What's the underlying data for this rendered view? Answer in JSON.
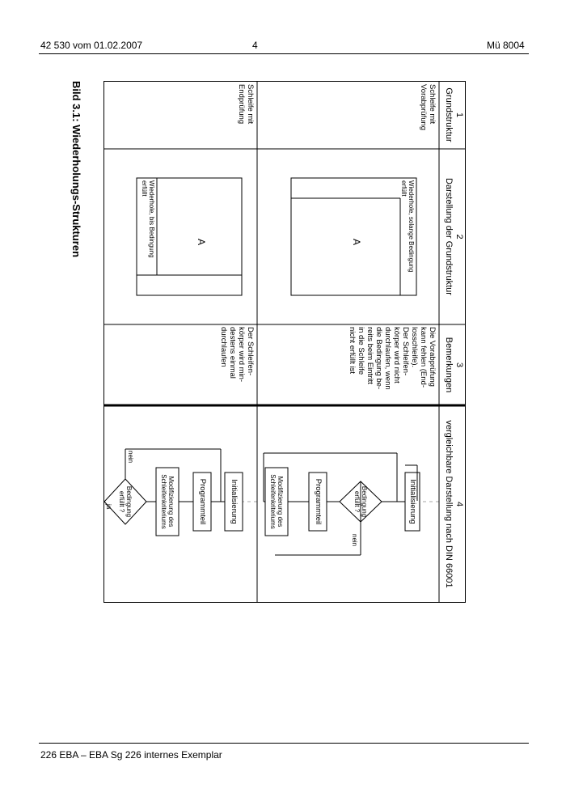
{
  "header": {
    "left": "42 530 vom 01.02.2007",
    "center": "4",
    "right": "Mü 8004"
  },
  "footer": {
    "text": "226 EBA – EBA Sg 226 internes Exemplar"
  },
  "caption": "Bild 3.1:  Wiederholungs-Strukturen",
  "table": {
    "headers": [
      {
        "num": "1",
        "label": "Grundstruktur"
      },
      {
        "num": "2",
        "label": "Darstellung der Grundstruktur"
      },
      {
        "num": "3",
        "label": "Bemerkungen"
      },
      {
        "num": "4",
        "label": "vergleichbare Darstellung nach DIN 66001"
      }
    ],
    "rows": [
      {
        "grund": [
          "Schleife mit",
          "Vorabprüfung"
        ],
        "nassi_label": [
          "Wiederhole, solange Bedingung",
          "erfüllt"
        ],
        "block": "A",
        "bemerkung": [
          "Die Vorabprüfung",
          "kann fehlen (End-",
          "losschleife).",
          "Der Schleifen-",
          "körper wird nicht",
          "durchlaufen, wenn",
          "die Bedingung be-",
          "reits beim Eintritt",
          "in die Schleife",
          "nicht erfüllt ist"
        ],
        "flow": {
          "init": "Initialisierung",
          "cond": [
            "Bedingung",
            "erfüllt ?"
          ],
          "prog": "Programmteil",
          "mod": [
            "Modifizierung des",
            "Schleifenkriteriums"
          ],
          "nein": "nein"
        }
      },
      {
        "grund": [
          "Schleife mit",
          "Endprüfung"
        ],
        "nassi_label": [
          "Wiederhole, bis Bedingung",
          "erfüllt"
        ],
        "block": "A",
        "bemerkung": [
          "Der Schleifen-",
          "körper wird min-",
          "destens einmal",
          "durchlaufen"
        ],
        "flow": {
          "init": "Initialisierung",
          "prog": "Programmteil",
          "mod": [
            "Modifizierung des",
            "Schleifenkriteriums"
          ],
          "cond": [
            "Bedingung",
            "erfüllt ?"
          ],
          "nein": "nein",
          "ja": "ja"
        }
      }
    ]
  }
}
